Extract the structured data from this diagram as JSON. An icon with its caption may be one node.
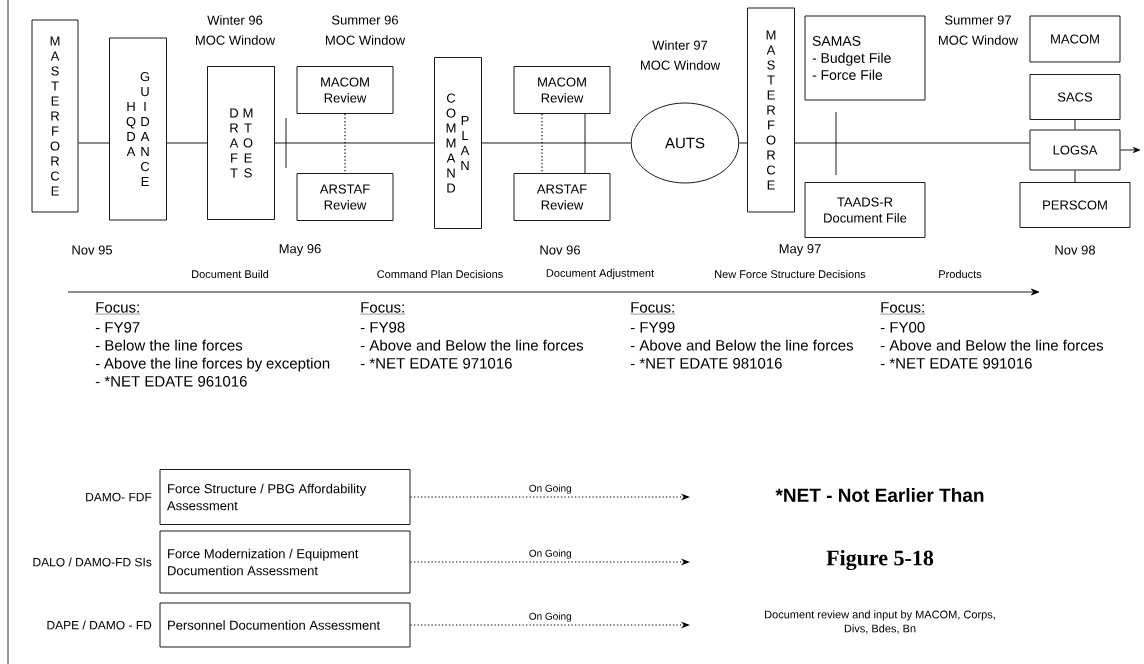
{
  "diagram": {
    "nodes": [
      {
        "text": [
          "MASTER FORCE"
        ]
      },
      {
        "text": [
          "HQDA",
          "GUIDANCE"
        ]
      },
      {
        "text": [
          "DRAFT",
          "MTOES"
        ]
      },
      {
        "text": [
          "MACOM Review"
        ]
      },
      {
        "text": [
          "ARSTAF Review"
        ]
      },
      {
        "text": [
          "COMMAND",
          "PLAN"
        ]
      },
      {
        "text": [
          "MACOM Review"
        ]
      },
      {
        "text": [
          "ARSTAF Review"
        ]
      },
      {
        "text": [
          "AUTS"
        ]
      },
      {
        "text": [
          "MASTER FORCE"
        ]
      },
      {
        "text": [
          "SAMAS",
          "- Budget File",
          "- Force File"
        ]
      },
      {
        "text": [
          "TAADS-R Document File"
        ]
      },
      {
        "text": [
          "MACOM"
        ]
      },
      {
        "text": [
          "SACS"
        ]
      },
      {
        "text": [
          "LOGSA"
        ]
      },
      {
        "text": [
          "PERSCOM"
        ]
      },
      {
        "text": [
          "Force Structure / PBG Affordability Assessment"
        ],
        "beside": [
          "DAMO- FDF"
        ]
      },
      {
        "text": [
          "Force Modernization / Equipment Documention Assessment"
        ],
        "beside": [
          "DALO / DAMO-FD SIs"
        ]
      },
      {
        "text": [
          "Personnel Documention Assessment"
        ],
        "beside": [
          "DAPE / DAMO - FD"
        ]
      }
    ],
    "edges": [
      {
        "from": 0,
        "to": 1,
        "arrow": "none"
      },
      {
        "from": 1,
        "to": 2,
        "arrow": "none"
      },
      {
        "from": 2,
        "to": 5,
        "arrow": "none"
      },
      {
        "from": 5,
        "to": 8,
        "arrow": "none"
      },
      {
        "from": 8,
        "to": 9,
        "arrow": "none"
      },
      {
        "from": 9,
        "to": 14,
        "arrow": "none"
      },
      {
        "from": 14,
        "to": null,
        "arrow": "to"
      },
      {
        "from": 3,
        "to": 4,
        "arrow": "none",
        "style": "dashed"
      },
      {
        "from": 6,
        "to": 7,
        "arrow": "none",
        "style": "dashed"
      },
      {
        "from": 6,
        "to": 7,
        "arrow": "none"
      },
      {
        "from": 13,
        "to": 14,
        "arrow": "none"
      },
      {
        "from": 14,
        "to": 15,
        "arrow": "none"
      },
      {
        "from": 16,
        "to": null,
        "arrow": "to",
        "style": "dashed",
        "label": "On Going"
      },
      {
        "from": 17,
        "to": null,
        "arrow": "to",
        "style": "dashed",
        "label": "On Going"
      },
      {
        "from": 18,
        "to": null,
        "arrow": "to",
        "style": "dashed",
        "label": "On Going"
      }
    ],
    "labels": [
      "Winter 96",
      "Summer 96",
      "Winter 97",
      "Summer 97",
      "MOC Window",
      "MOC Window",
      "MOC Window",
      "MOC Window",
      "Nov 95",
      "May 96",
      "Nov 96",
      "May 97",
      "Nov 98",
      "Document Build",
      "Command Plan Decisions",
      "Document Adjustment",
      "New Force Structure Decisions",
      "Products",
      "Focus:",
      "- FY97",
      "- Below the line forces",
      "- Above the line forces by exception",
      "- *NET EDATE 961016",
      "Focus:",
      "- FY98",
      "- Above and Below the line forces",
      "- *NET EDATE 971016",
      "Focus:",
      "- FY99",
      "- Above and Below the line forces",
      "- *NET EDATE 981016",
      "Focus:",
      "- FY00",
      "- Above and Below the line forces",
      "- *NET EDATE 991016",
      "*NET - Not Earlier Than",
      "Figure 5-18",
      "Document review and input by MACOM, Corps, Divs, Bdes, Bn"
    ]
  }
}
